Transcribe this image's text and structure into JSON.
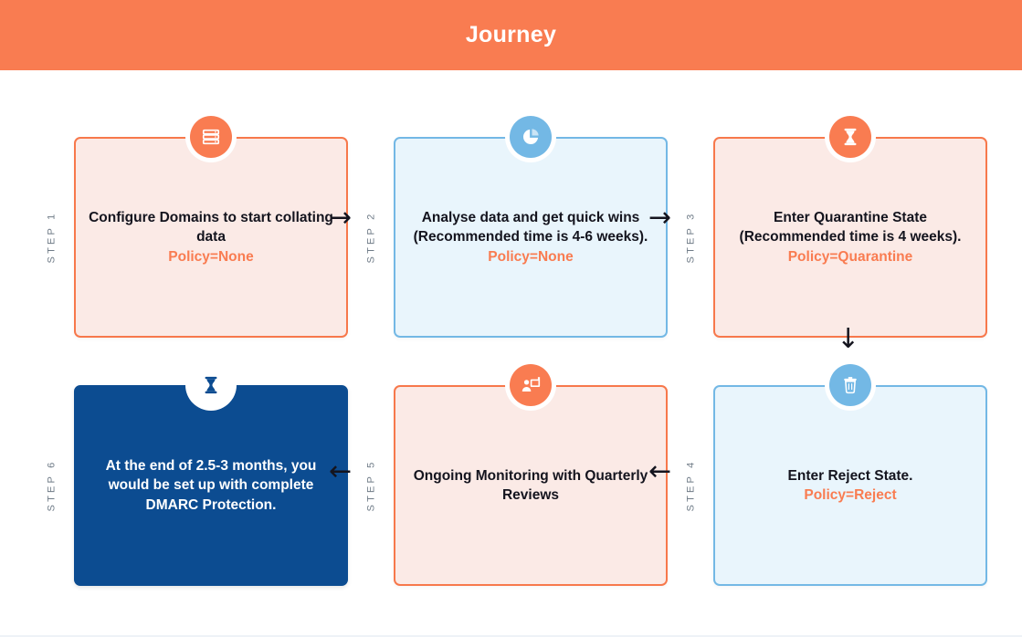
{
  "header": {
    "title": "Journey",
    "background_color": "#f97c51",
    "text_color": "#ffffff"
  },
  "palette": {
    "orange": "#f97c51",
    "orange_border": "#f7784b",
    "pink_fill": "#fbeae6",
    "blue_border": "#73b8e5",
    "blue_fill": "#e9f5fc",
    "navy_fill": "#0c4c91",
    "text_dark": "#14141e",
    "step_label": "#6f7b87"
  },
  "steps": [
    {
      "step_label": "STEP 1",
      "icon": "server-stack-icon",
      "icon_style": "orange",
      "card_style": "pink",
      "title": "Configure Domains to start collating data",
      "policy": "Policy=None"
    },
    {
      "step_label": "STEP 2",
      "icon": "pie-chart-icon",
      "icon_style": "blue",
      "card_style": "blue",
      "title": "Analyse data and get quick wins (Recommended time is 4-6 weeks).",
      "policy": "Policy=None"
    },
    {
      "step_label": "STEP 3",
      "icon": "hourglass-icon",
      "icon_style": "orange",
      "card_style": "pink",
      "title": "Enter Quarantine State (Recommended time is 4 weeks).",
      "policy": "Policy=Quarantine"
    },
    {
      "step_label": "STEP 4",
      "icon": "trash-bin-icon",
      "icon_style": "blue",
      "card_style": "blue",
      "title": "Enter Reject State.",
      "policy": "Policy=Reject"
    },
    {
      "step_label": "STEP 5",
      "icon": "presentation-person-icon",
      "icon_style": "orange",
      "card_style": "pink",
      "title": "Ongoing Monitoring with Quarterly Reviews",
      "policy": ""
    },
    {
      "step_label": "STEP 6",
      "icon": "hourglass-icon",
      "icon_style": "white",
      "card_style": "navy",
      "title": "At the end of 2.5-3 months, you would be set up with complete DMARC Protection.",
      "policy": ""
    }
  ],
  "arrows": [
    {
      "name": "arrow-step1-to-step2",
      "glyph": "→",
      "direction": "right"
    },
    {
      "name": "arrow-step2-to-step3",
      "glyph": "→",
      "direction": "right"
    },
    {
      "name": "arrow-step3-to-step4",
      "glyph": "↓",
      "direction": "down"
    },
    {
      "name": "arrow-step4-to-step5",
      "glyph": "←",
      "direction": "left"
    },
    {
      "name": "arrow-step5-to-step6",
      "glyph": "←",
      "direction": "left"
    }
  ]
}
